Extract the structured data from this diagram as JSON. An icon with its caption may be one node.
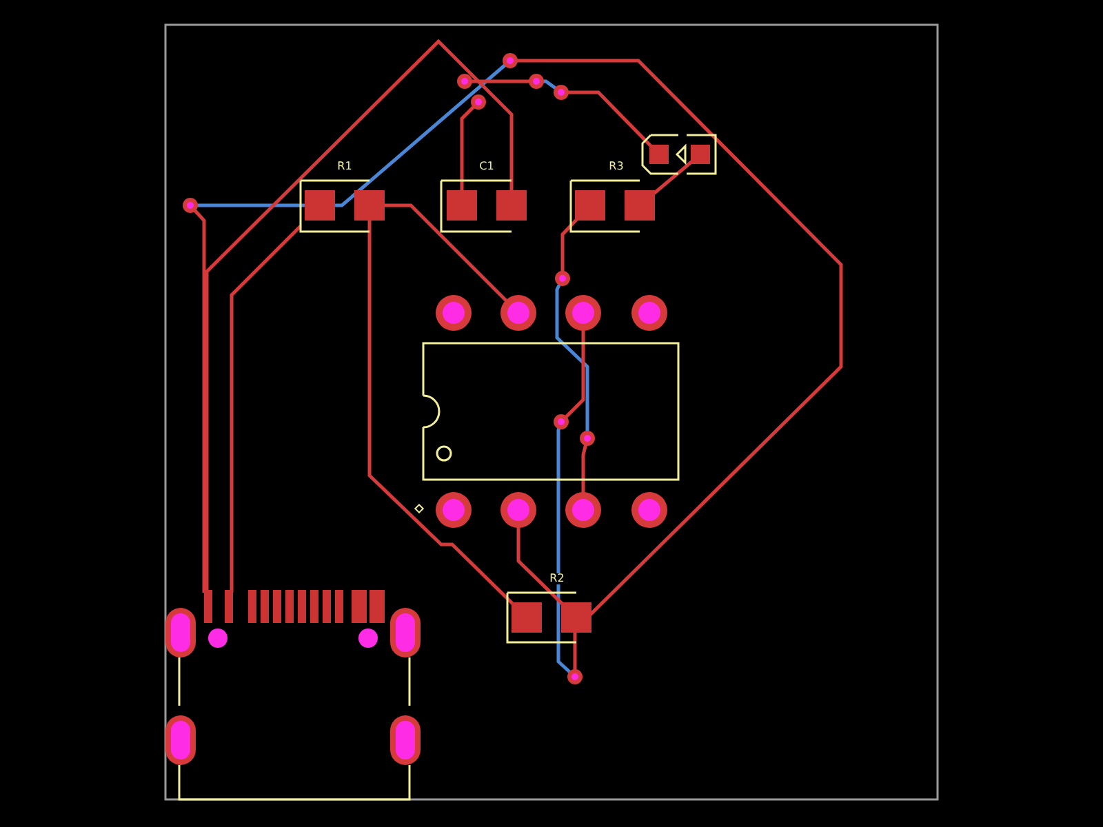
{
  "diagram": {
    "labels": [
      "R1",
      "C1",
      "R3",
      "R2"
    ]
  }
}
